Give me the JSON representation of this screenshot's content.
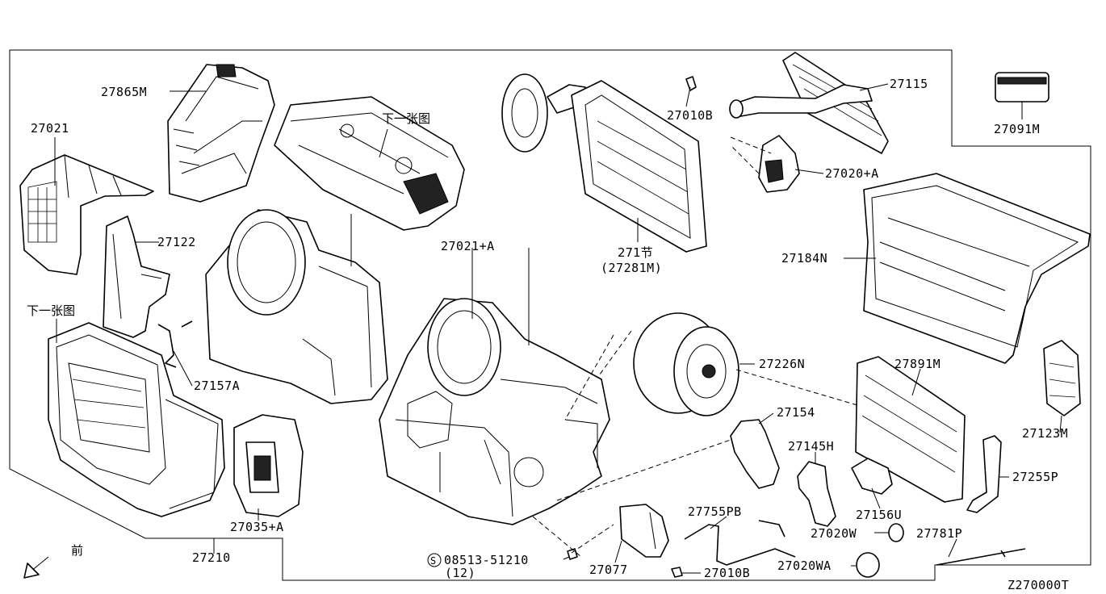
{
  "labels": {
    "l27865M": "27865M",
    "l27021": "27021",
    "cn_top": "下一张图",
    "l27010B_top": "27010B",
    "l27115": "27115",
    "l27091M": "27091M",
    "l27020A": "27020+A",
    "l27122": "27122",
    "l27021A": "27021+A",
    "l271jie": "271节",
    "l27281M": "(27281M)",
    "l27184N": "27184N",
    "cn_left": "下一张图",
    "l27226N": "27226N",
    "l27891M": "27891M",
    "l27157A": "27157A",
    "l27154": "27154",
    "l27123M": "27123M",
    "l27145H": "27145H",
    "l27255P": "27255P",
    "l27156U": "27156U",
    "l27755PB": "27755PB",
    "l27020W": "27020W",
    "l27781P": "27781P",
    "l27035A": "27035+A",
    "l27210": "27210",
    "front": "前",
    "screw_symbol": "S",
    "screw": "08513-51210",
    "screw_qty": "(12)",
    "l27077": "27077",
    "l27010B_bottom": "27010B",
    "l27020WA": "27020WA",
    "diagram_code": "Z270000T"
  },
  "icons": {
    "front_arrow": "arrow-down-left-icon"
  }
}
